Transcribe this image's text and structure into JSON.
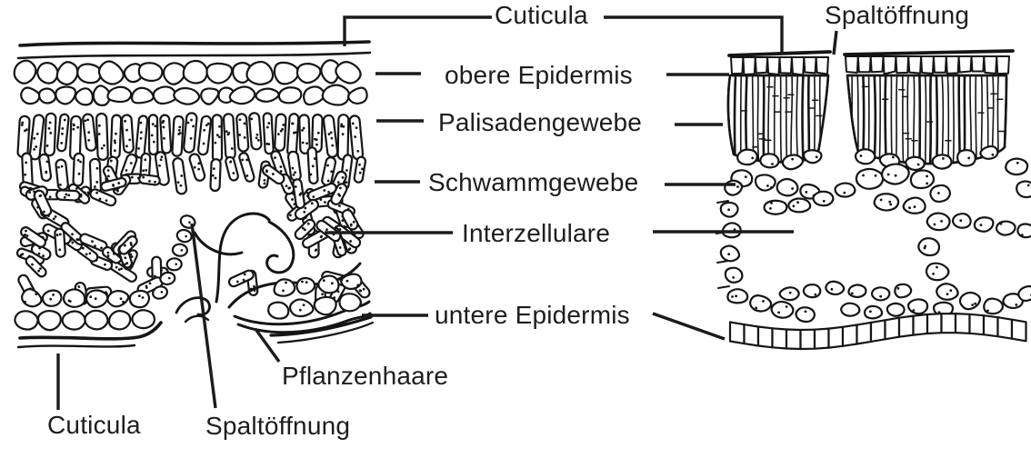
{
  "labels": {
    "cuticula_top": "Cuticula",
    "spaltoeffnung_top": "Spaltöffnung",
    "obere_epidermis": "obere Epidermis",
    "palisadengewebe": "Palisadengewebe",
    "schwammgewebe": "Schwammgewebe",
    "interzellulare": "Interzellulare",
    "untere_epidermis": "untere Epidermis",
    "pflanzenhaare": "Pflanzenhaare",
    "cuticula_bottom": "Cuticula",
    "spaltoeffnung_bottom": "Spaltöffnung"
  },
  "colors": {
    "ink": "#1a1a1a",
    "background": "#ffffff"
  }
}
